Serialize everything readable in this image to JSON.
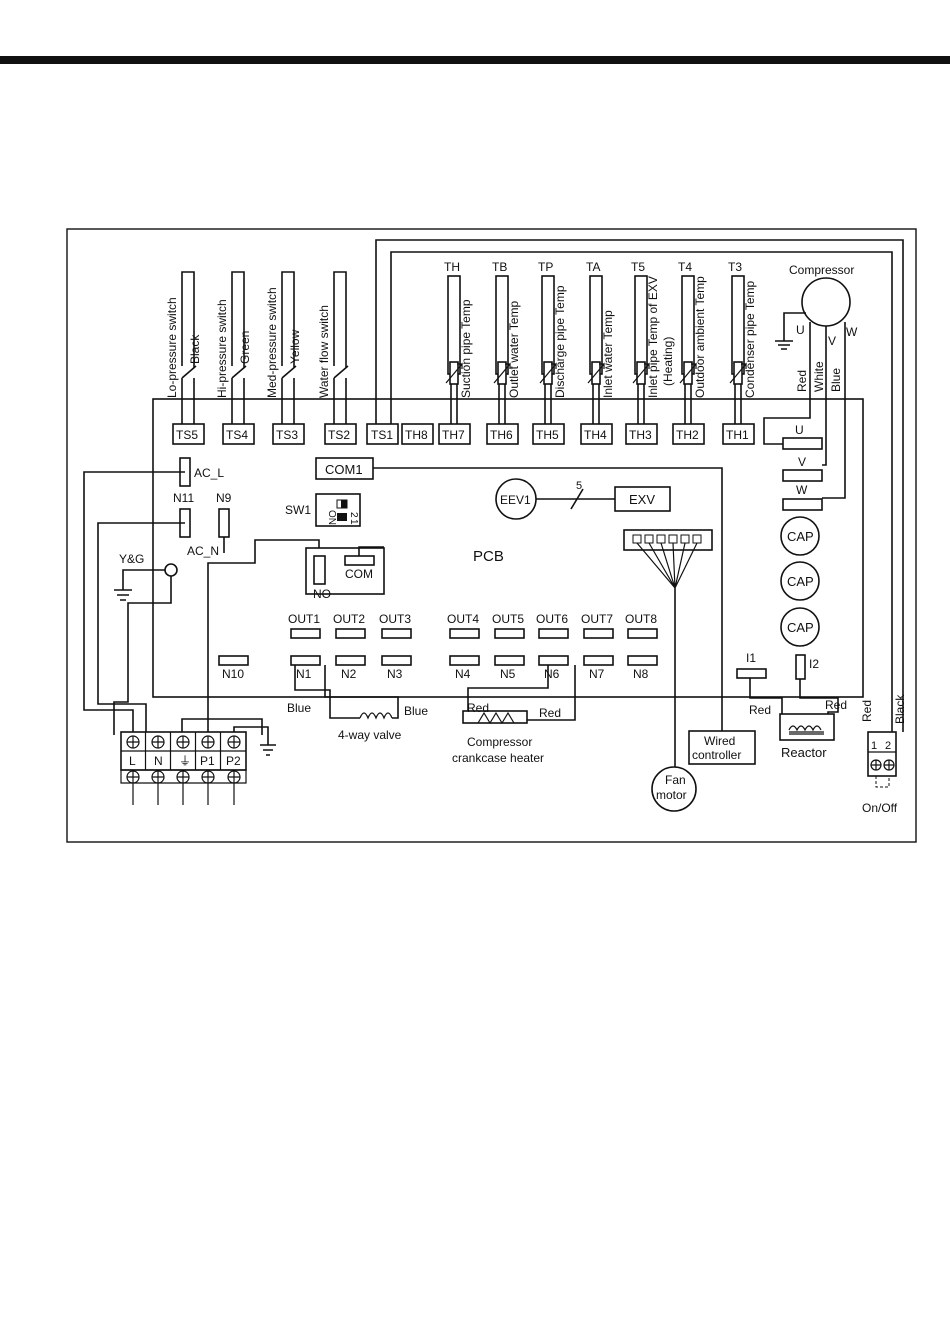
{
  "header": {
    "bar_color": "#111111"
  },
  "switches": [
    {
      "name": "Lo-pressure switch",
      "color": "Black",
      "terminal": "TS5"
    },
    {
      "name": "Hi-pressure switch",
      "color": "Green",
      "terminal": "TS4"
    },
    {
      "name": "Med-pressure switch",
      "color": "Yellow",
      "terminal": "TS3"
    },
    {
      "name": "Water flow switch",
      "color": "",
      "terminal": "TS2"
    }
  ],
  "ts1": "TS1",
  "th8": "TH8",
  "sensors": [
    {
      "code": "TH",
      "name": "Suction pipe Temp",
      "terminal": "TH7"
    },
    {
      "code": "TB",
      "name": "Outlet water Temp",
      "terminal": "TH6"
    },
    {
      "code": "TP",
      "name": "Discharge pipe Temp",
      "terminal": "TH5"
    },
    {
      "code": "TA",
      "name": "Inlet water Temp",
      "terminal": "TH4"
    },
    {
      "code": "T5",
      "name": "Inlet pipe Temp of EXV",
      "name2": "(Heating)",
      "terminal": "TH3"
    },
    {
      "code": "T4",
      "name": "Outdoor ambient Temp",
      "terminal": "TH2"
    },
    {
      "code": "T3",
      "name": "Condenser pipe Temp",
      "terminal": "TH1"
    }
  ],
  "compressor": {
    "label": "Compressor",
    "u": "U",
    "v": "V",
    "w": "W",
    "wires": [
      "Red",
      "White",
      "Blue"
    ],
    "terminals": [
      "U",
      "V",
      "W"
    ]
  },
  "caps": [
    "CAP",
    "CAP",
    "CAP"
  ],
  "pcb": {
    "label": "PCB",
    "com1": "COM1",
    "ac_l": "AC_L",
    "ac_n": "AC_N",
    "n11": "N11",
    "n9": "N9",
    "yg": "Y&G",
    "sw1": "SW1",
    "sw_on": "ON",
    "sw_1": "1",
    "sw_2": "2",
    "relay_no": "NO",
    "relay_com": "COM",
    "eev": "EEV1",
    "eev_count": "5",
    "exv": "EXV",
    "n10": "N10",
    "i1": "I1",
    "i2": "I2"
  },
  "outputs": [
    {
      "out": "OUT1",
      "n": "N1"
    },
    {
      "out": "OUT2",
      "n": "N2"
    },
    {
      "out": "OUT3",
      "n": "N3"
    },
    {
      "out": "OUT4",
      "n": "N4"
    },
    {
      "out": "OUT5",
      "n": "N5"
    },
    {
      "out": "OUT6",
      "n": "N6"
    },
    {
      "out": "OUT7",
      "n": "N7"
    },
    {
      "out": "OUT8",
      "n": "N8"
    }
  ],
  "loads": {
    "valve": "4-way valve",
    "valve_wire_left": "Blue",
    "valve_wire_right": "Blue",
    "heater_line1": "Compressor",
    "heater_line2": "crankcase heater",
    "heater_wire_left": "Red",
    "heater_wire_right": "Red",
    "wired_line1": "Wired",
    "wired_line2": "controller",
    "fan_line1": "Fan",
    "fan_line2": "motor",
    "reactor": "Reactor",
    "reactor_wire_left": "Red",
    "reactor_wire_right": "Red"
  },
  "terminal_block": [
    "L",
    "N",
    "⏚",
    "P1",
    "P2"
  ],
  "onoff": {
    "label": "On/Off",
    "pins": [
      "1",
      "2"
    ],
    "wires": [
      "Red",
      "Black"
    ]
  }
}
